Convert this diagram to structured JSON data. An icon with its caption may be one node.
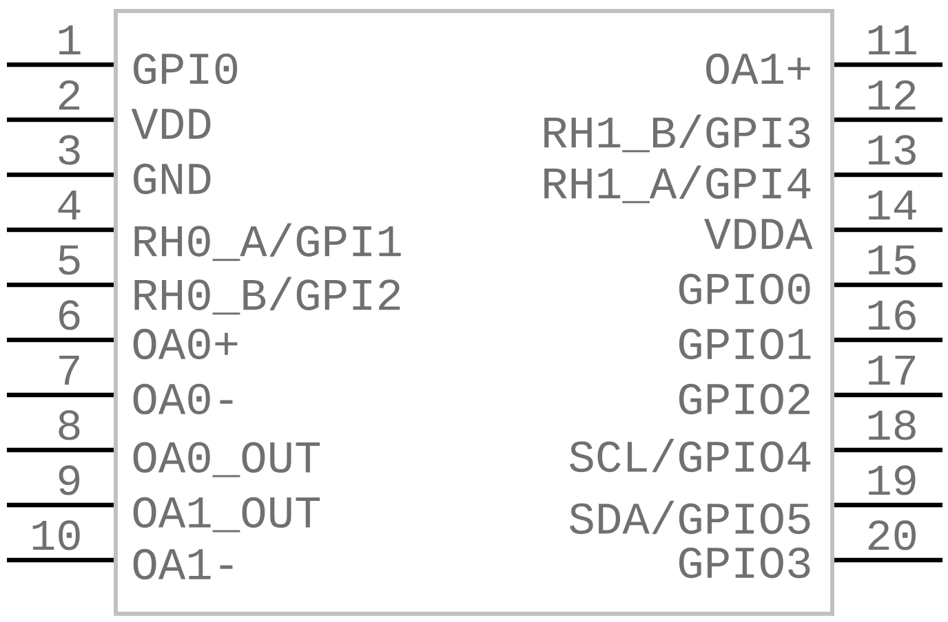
{
  "diagram": {
    "nodes": [
      {
        "text": [
          "GPI0",
          "VDD",
          "GND",
          "RH0_A/GPI1",
          "RH0_B/GPI2",
          "OA0+",
          "OA0-",
          "OA0_OUT",
          "OA1_OUT",
          "OA1-",
          "OA1+",
          "RH1_B/GPI3",
          "RH1_A/GPI4",
          "VDDA",
          "GPIO0",
          "GPIO1",
          "GPIO2",
          "SCL/GPIO4",
          "SDA/GPIO5",
          "GPIO3"
        ]
      }
    ],
    "labels": [
      "1",
      "2",
      "3",
      "4",
      "5",
      "6",
      "7",
      "8",
      "9",
      "10",
      "11",
      "12",
      "13",
      "14",
      "15",
      "16",
      "17",
      "18",
      "19",
      "20"
    ]
  }
}
